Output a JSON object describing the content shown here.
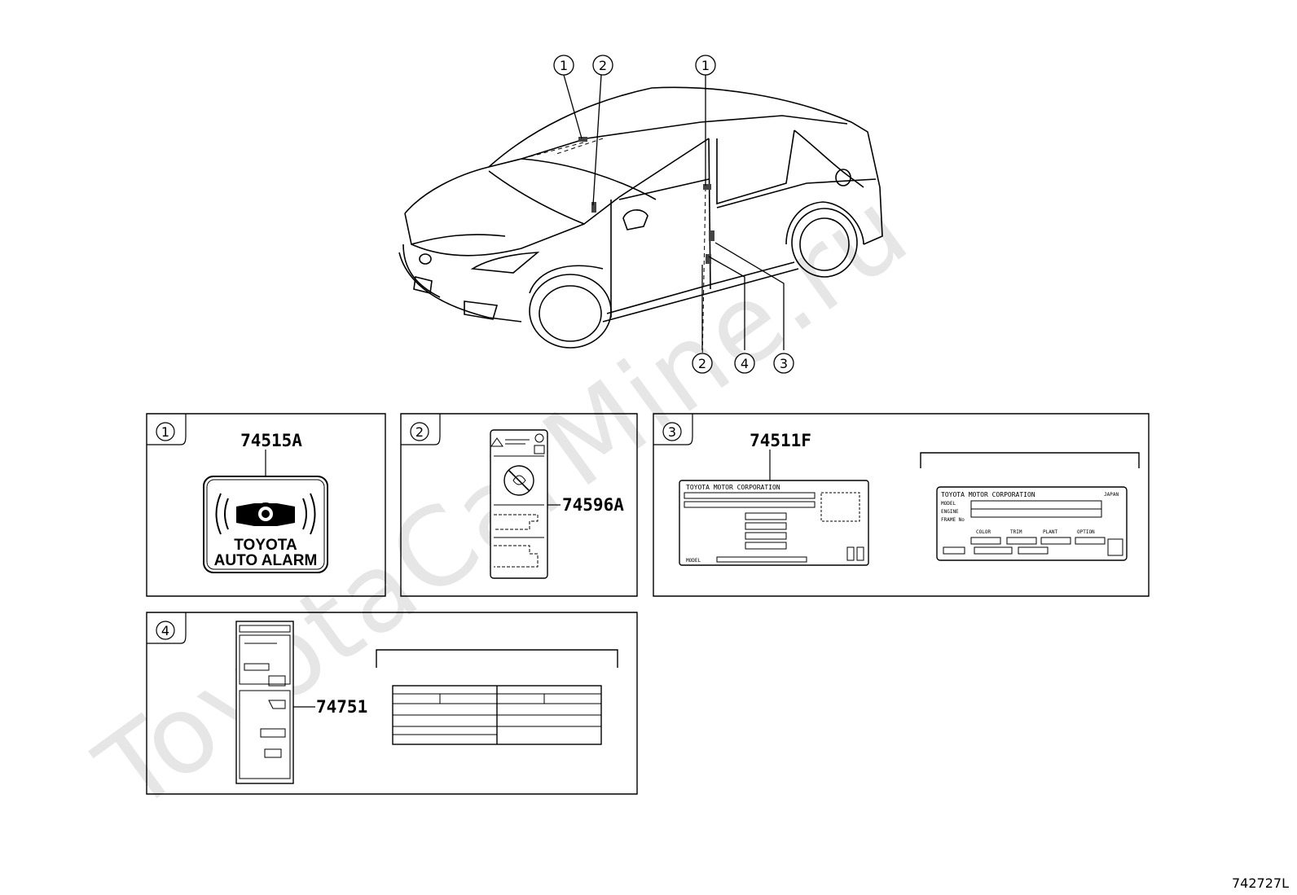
{
  "watermark": "ToyotaCarMine.ru",
  "diagram_ref": "742727L",
  "callouts": {
    "c1": "1",
    "c2": "2",
    "c3": "3",
    "c4": "4"
  },
  "panels": {
    "p1": {
      "index": "1",
      "part_number": "74515A",
      "label_line1": "TOYOTA",
      "label_line2": "AUTO ALARM"
    },
    "p2": {
      "index": "2",
      "part_number": "74596A"
    },
    "p3": {
      "index": "3",
      "part_number": "74511F",
      "label_heading": "TOYOTA MOTOR CORPORATION",
      "variant_heading": "TOYOTA MOTOR CORPORATION",
      "variant_country": "JAPAN",
      "variant_rows": [
        "MODEL",
        "ENGINE",
        "FRAME No"
      ],
      "variant_cols": [
        "COLOR",
        "TRIM",
        "PLANT",
        "OPTION"
      ],
      "model_label": "MODEL"
    },
    "p4": {
      "index": "4",
      "part_number": "74751"
    }
  }
}
